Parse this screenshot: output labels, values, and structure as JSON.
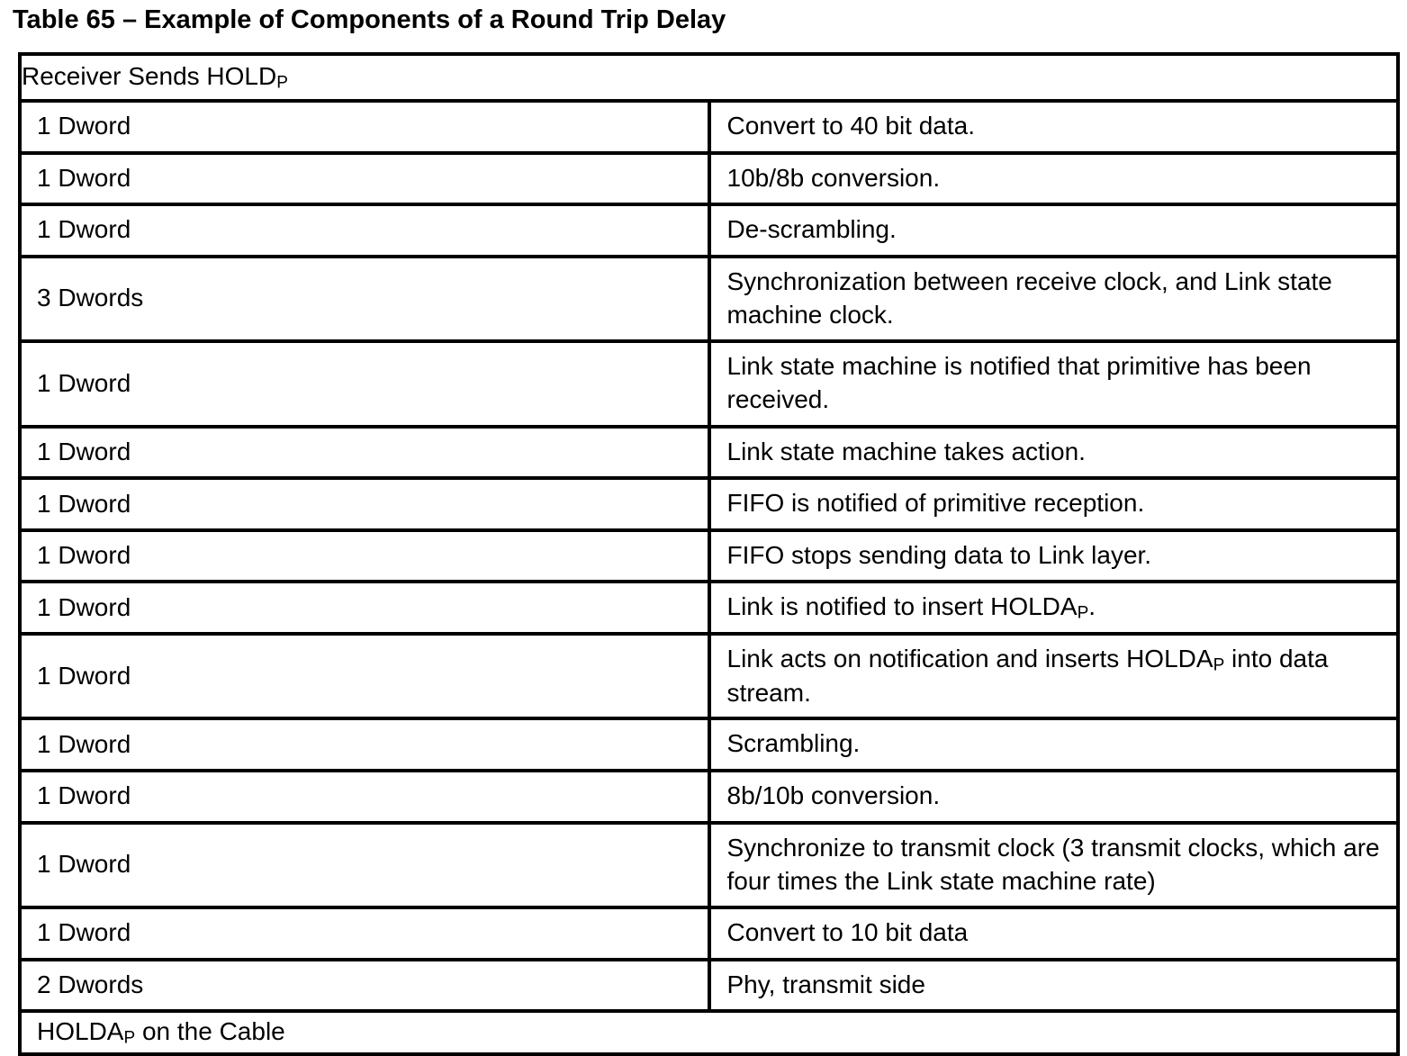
{
  "title": "Table 65 – Example of Components of a Round Trip Delay",
  "table": {
    "header": {
      "text_pre": "Receiver Sends HOLD",
      "text_sub": "P",
      "text_post": ""
    },
    "rows": [
      {
        "qty": "1 Dword",
        "desc_pre": "Convert to 40 bit data.",
        "desc_sub": "",
        "desc_post": ""
      },
      {
        "qty": "1 Dword",
        "desc_pre": "10b/8b conversion.",
        "desc_sub": "",
        "desc_post": ""
      },
      {
        "qty": "1 Dword",
        "desc_pre": "De-scrambling.",
        "desc_sub": "",
        "desc_post": ""
      },
      {
        "qty": "3 Dwords",
        "desc_pre": "Synchronization between receive clock, and Link state machine clock.",
        "desc_sub": "",
        "desc_post": ""
      },
      {
        "qty": "1 Dword",
        "desc_pre": "Link state machine is notified that primitive has been received.",
        "desc_sub": "",
        "desc_post": ""
      },
      {
        "qty": "1 Dword",
        "desc_pre": "Link state machine takes action.",
        "desc_sub": "",
        "desc_post": ""
      },
      {
        "qty": "1 Dword",
        "desc_pre": "FIFO is notified of primitive reception.",
        "desc_sub": "",
        "desc_post": ""
      },
      {
        "qty": "1 Dword",
        "desc_pre": "FIFO stops sending data to Link layer.",
        "desc_sub": "",
        "desc_post": ""
      },
      {
        "qty": "1 Dword",
        "desc_pre": "Link is notified to insert HOLDA",
        "desc_sub": "P",
        "desc_post": "."
      },
      {
        "qty": "1 Dword",
        "desc_pre": "Link acts on notification and inserts HOLDA",
        "desc_sub": "P",
        "desc_post": " into data stream."
      },
      {
        "qty": "1 Dword",
        "desc_pre": "Scrambling.",
        "desc_sub": "",
        "desc_post": ""
      },
      {
        "qty": "1 Dword",
        "desc_pre": "8b/10b conversion.",
        "desc_sub": "",
        "desc_post": ""
      },
      {
        "qty": "1 Dword",
        "desc_pre": "Synchronize to transmit clock (3 transmit clocks, which are four times the Link state machine rate)",
        "desc_sub": "",
        "desc_post": ""
      },
      {
        "qty": "1 Dword",
        "desc_pre": "Convert to 10 bit data",
        "desc_sub": "",
        "desc_post": ""
      },
      {
        "qty": "2 Dwords",
        "desc_pre": "Phy, transmit side",
        "desc_sub": "",
        "desc_post": ""
      }
    ],
    "footer": {
      "text_pre": "HOLDA",
      "text_sub": "P",
      "text_post": " on the Cable"
    }
  }
}
